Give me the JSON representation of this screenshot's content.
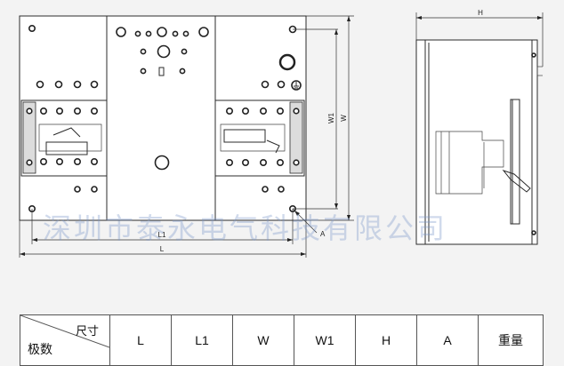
{
  "watermark": "深圳市泰永电气科技有限公司",
  "front_view": {
    "dimensions": [
      "L",
      "L1",
      "W",
      "W1",
      "A"
    ]
  },
  "side_view": {
    "dimensions": [
      "H"
    ]
  },
  "spec_table": {
    "corner_top": "尺寸",
    "corner_bottom": "极数",
    "columns": [
      "L",
      "L1",
      "W",
      "W1",
      "H",
      "A",
      "重量"
    ]
  }
}
